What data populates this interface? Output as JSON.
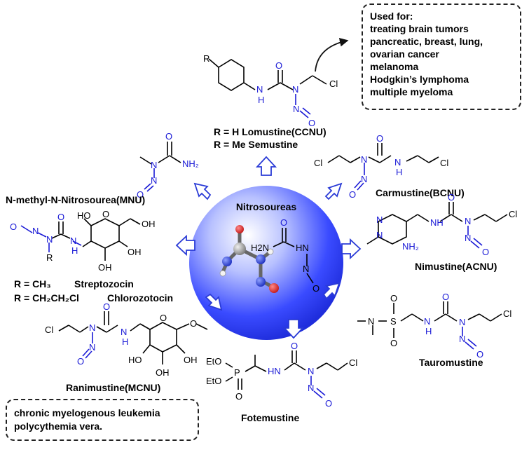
{
  "center": {
    "title": "Nitrosoureas",
    "atoms": {
      "n_h2": "H2N",
      "n_h": "N",
      "n_h_h": "H",
      "n": "N",
      "o_top": "O",
      "o_bot": "O"
    }
  },
  "box_top": {
    "lines": [
      "Used for:",
      "treating brain tumors",
      "pancreatic, breast, lung,",
      "ovarian cancer",
      "melanoma",
      "Hodgkin’s lymphoma",
      "multiple myeloma"
    ]
  },
  "box_bottom": {
    "lines": [
      "chronic myelogenous leukemia",
      "polycythemia vera."
    ]
  },
  "compounds": {
    "lomustine": {
      "line1": "R = H  Lomustine(CCNU)",
      "line2": "R = Me  Semustine"
    },
    "carmustine": {
      "name": "Carmustine(BCNU)"
    },
    "mnu": {
      "name": "N-methyl-N-Nitrosourea(MNU)"
    },
    "streptozocin": {
      "r1": "R = CH₃",
      "r2": "R = CH₂CH₂Cl",
      "name1": "Streptozocin",
      "name2": "Chlorozotocin"
    },
    "nimustine": {
      "name": "Nimustine(ACNU)"
    },
    "tauromustine": {
      "name": "Tauromustine"
    },
    "ranimustine": {
      "name": "Ranimustine(MCNU)"
    },
    "fotemustine": {
      "name": "Fotemustine"
    }
  },
  "atoms": {
    "R": "R",
    "O": "O",
    "N": "N",
    "H": "H",
    "Cl": "Cl",
    "NH2": "NH₂",
    "NH": "NH",
    "HN": "HN",
    "HO": "HO",
    "OH": "OH",
    "S": "S",
    "P": "P",
    "EtO": "EtO"
  },
  "colors": {
    "heteroatom": "#1a1ad6",
    "sphere": "#2f3fe0",
    "arrow": "#2a3bd6"
  }
}
